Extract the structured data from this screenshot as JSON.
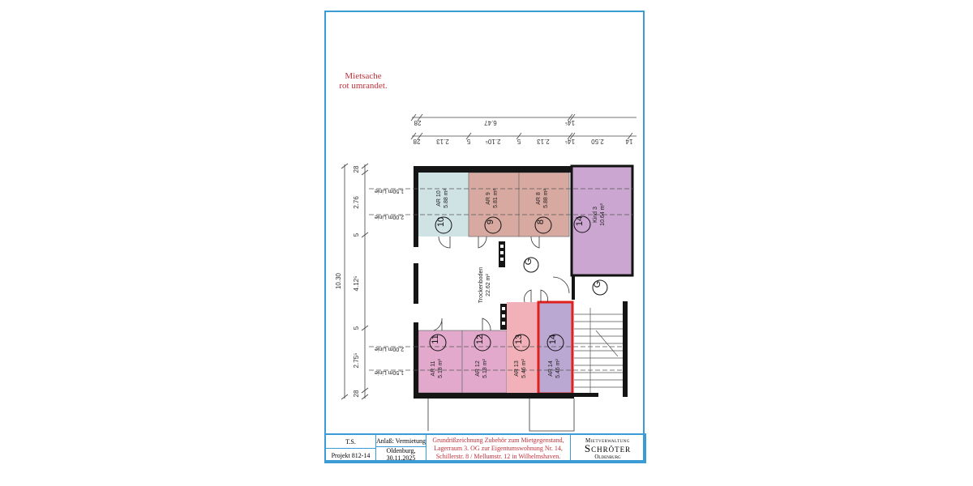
{
  "note": {
    "line1": "Mietsache",
    "line2": "rot umrandet."
  },
  "dims_top_row1": [
    "28",
    "6.47",
    "14⁵"
  ],
  "dims_top_row2": [
    "28",
    "2.13",
    "5",
    "2.10⁵",
    "5",
    "2.13",
    "14⁵",
    "2.50",
    "14"
  ],
  "dims_left_total": "10.30",
  "dims_left": [
    "28",
    "2.76",
    "5",
    "4.12⁵",
    "5",
    "2.75⁵",
    "28"
  ],
  "lines": {
    "l150": "1,50m Linie",
    "l200": "2,00m Linie"
  },
  "rooms": [
    {
      "num": "10",
      "name": "AR 10",
      "area": "5.88 m²",
      "color": "#cfe2e4"
    },
    {
      "num": "9",
      "name": "AR 9",
      "area": "5.81 m²",
      "color": "#d8a9a0"
    },
    {
      "num": "8",
      "name": "AR 8",
      "area": "5.88 m²",
      "color": "#d8a9a0"
    },
    {
      "num": "14",
      "name": "Kind 3",
      "area": "10.64 m²",
      "color": "#caa6d0"
    },
    {
      "num": "11",
      "name": "AR 11",
      "area": "5.18 m²",
      "color": "#e2a9cc"
    },
    {
      "num": "12",
      "name": "AR 12",
      "area": "5.18 m²",
      "color": "#e2a9cc"
    },
    {
      "num": "13",
      "name": "AR 13",
      "area": "5.46 m²",
      "color": "#f2b1b9"
    },
    {
      "num": "14",
      "name": "AR 14",
      "area": "5.46 m²",
      "color": "#bba8d2"
    }
  ],
  "hall": {
    "name": "Trockenboden",
    "area": "22.62 m²",
    "g": "G"
  },
  "stair_g": "G",
  "highlight_color": "#e0201c",
  "titleblock": {
    "author": "T.S.",
    "project": "Projekt 812-14",
    "reason": "Anlaß: Vermietung",
    "place": "Oldenburg,",
    "date": "30.11.2025",
    "desc1": "Grundrißzeichnung Zubehör zum Mietgegenstand,",
    "desc2": "Lagerraum 3. OG zur Eigentumswohnung Nr. 14,",
    "desc3": "Schillerstr. 8 / Mellumstr. 12 in Wilhelmshaven.",
    "logo_top": "Mietverwaltung",
    "logo_main": "Schröter",
    "logo_bottom": "Oldenburg"
  }
}
